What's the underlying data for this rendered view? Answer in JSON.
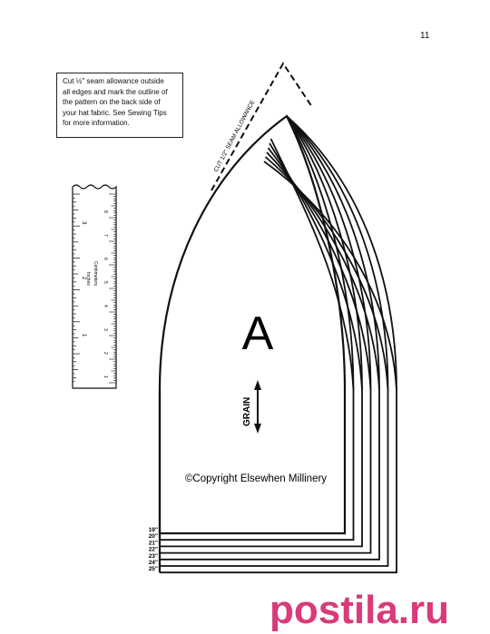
{
  "page_number": "11",
  "note": {
    "lines": [
      "Cut ½\" seam allowance outside",
      "all edges and mark the outline of",
      "the pattern on the back side of",
      "your hat fabric. See Sewing Tips",
      "for more information."
    ]
  },
  "seam_allowance_label": "CUT 1/2\" SEAM ALLOWANCE",
  "pattern_letter": "A",
  "grain_label": "GRAIN",
  "copyright": "©Copyright Elsewhen Millinery",
  "sizes": [
    "19\"",
    "20\"",
    "21\"",
    "22\"",
    "23\"",
    "24\"",
    "25\""
  ],
  "ruler": {
    "inch_labels": [
      "1",
      "2",
      "3"
    ],
    "cm_labels": [
      "1",
      "2",
      "3",
      "4",
      "5",
      "6",
      "7",
      "8"
    ],
    "inches_word": "Inches",
    "cm_word": "Centimeters"
  },
  "watermark": "postila.ru",
  "colors": {
    "watermark": "#d93a7a",
    "ink": "#111111"
  }
}
